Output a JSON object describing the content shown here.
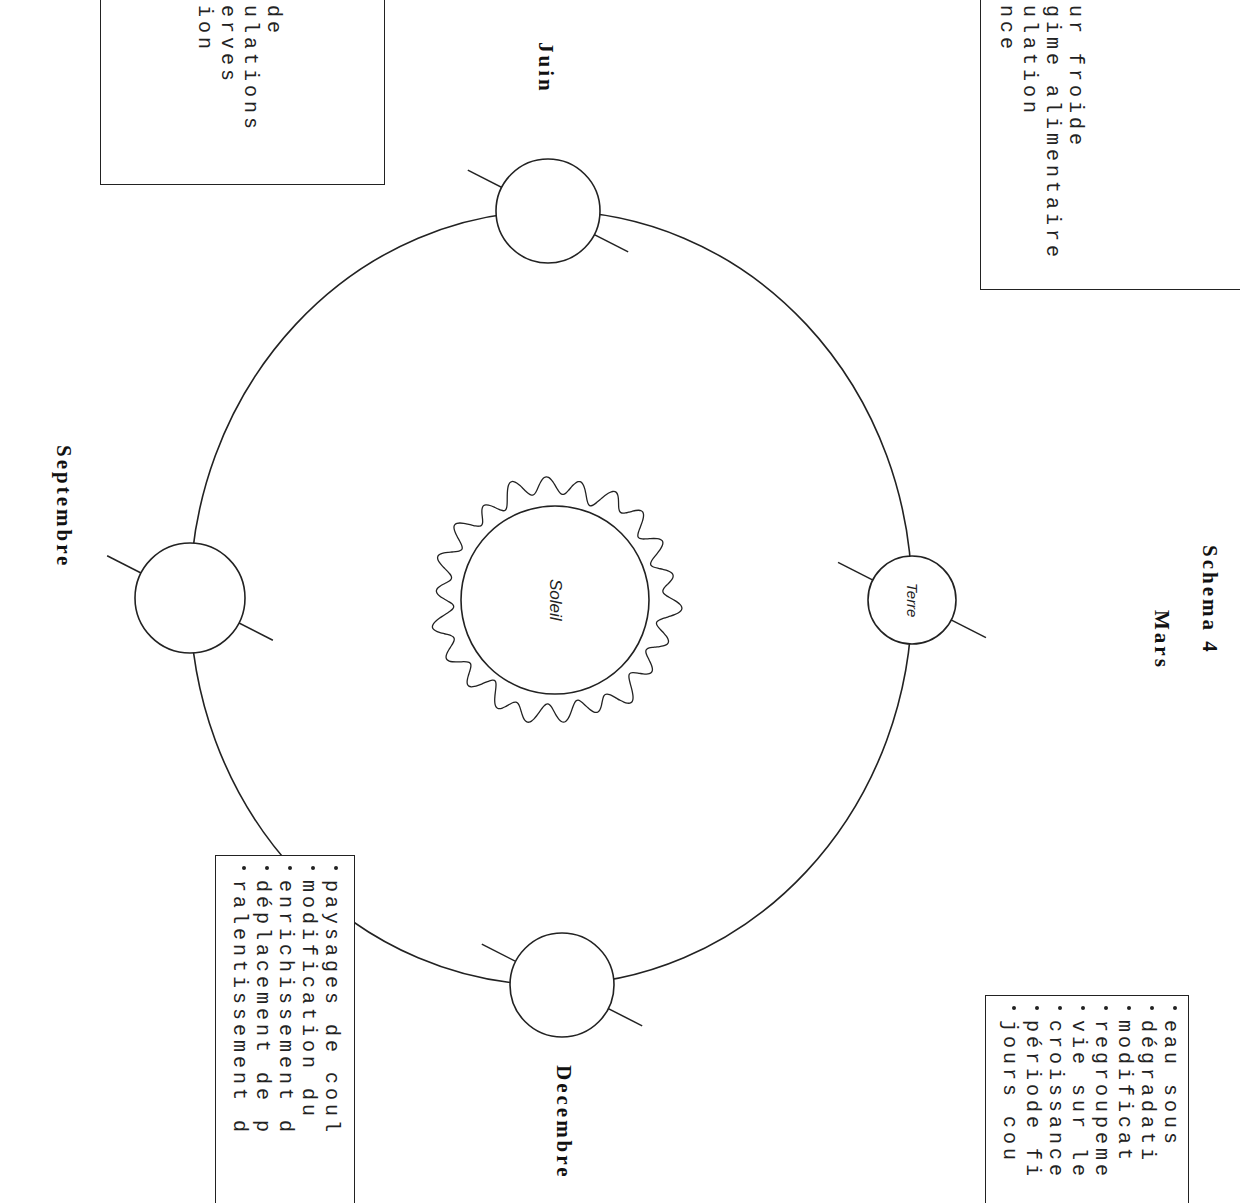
{
  "diagram": {
    "title": "Schema 4",
    "nodes": [
      {
        "text": [
          "ion",
          "erves",
          "ulations",
          "de"
        ]
      },
      {
        "text": [
          "nce",
          "ulation",
          "gime alimentaire",
          "ur froide"
        ]
      },
      {
        "text": [
          "Terre"
        ]
      },
      {
        "text": [
          "Soleil"
        ]
      },
      {
        "text": [
          "ralentissement d",
          "déplacement de p",
          "enrichissement d",
          "modification du",
          "paysages de coul"
        ]
      },
      {
        "text": [
          "jours cou",
          "période fi",
          "croissance",
          "vie sur le",
          "regroupeme",
          "modificat",
          "dégradati",
          "eau sous"
        ]
      }
    ],
    "labels": [
      "Mars",
      "Juin",
      "Septembre",
      "Decembre"
    ]
  }
}
